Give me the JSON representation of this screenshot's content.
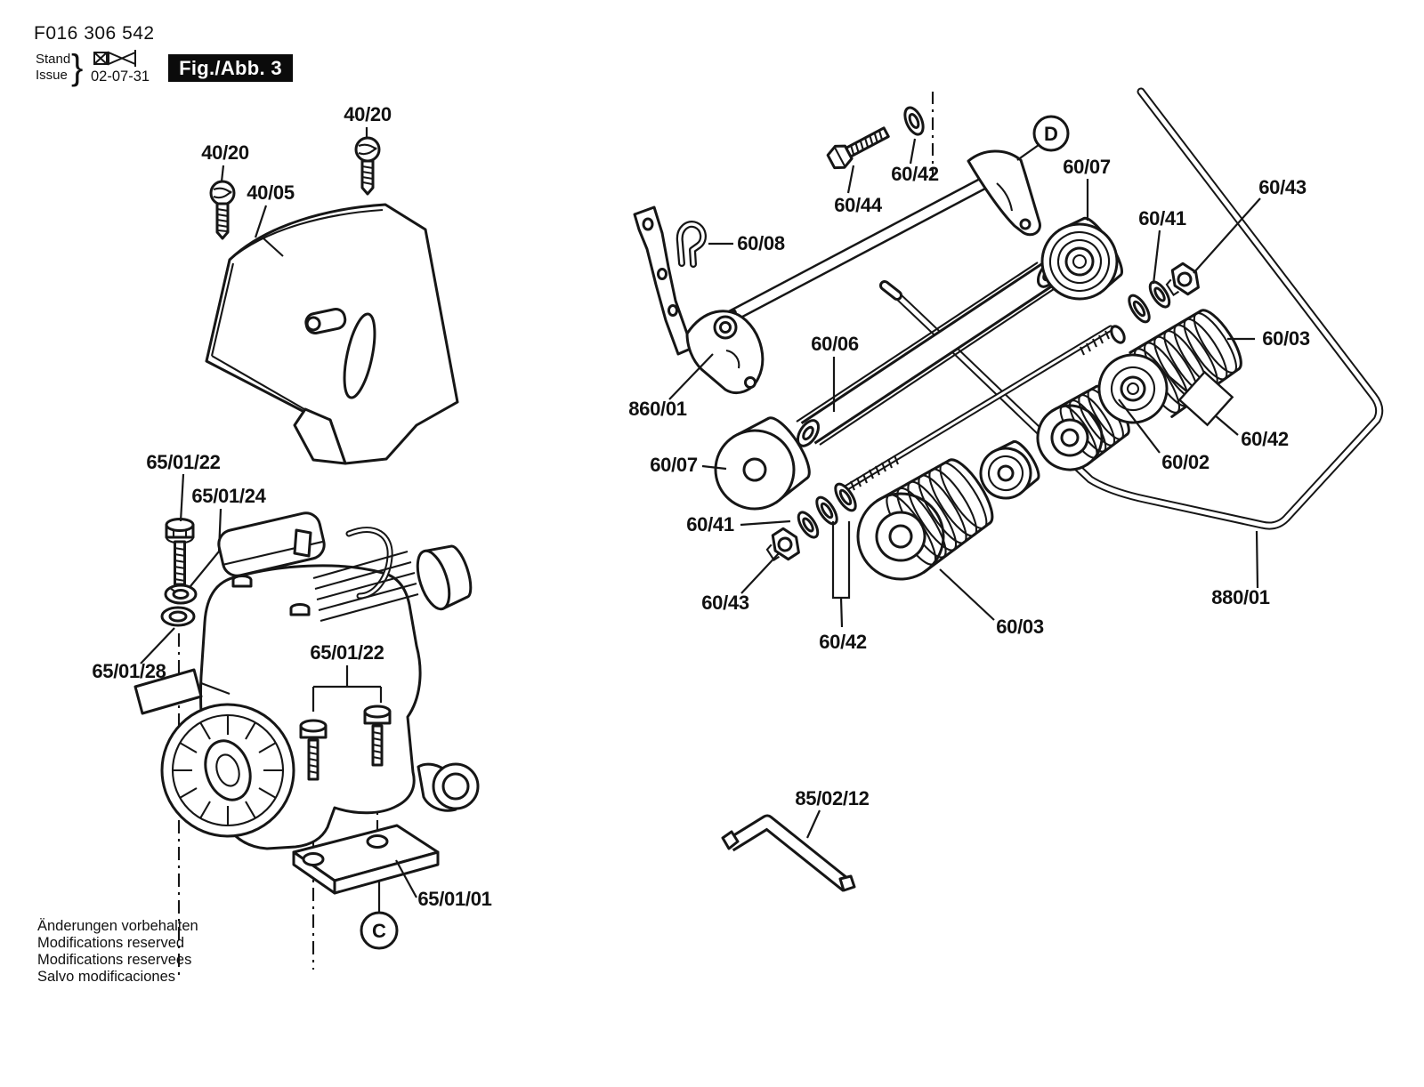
{
  "header": {
    "part_number": "F016 306 542",
    "stand": "Stand",
    "issue": "Issue",
    "brace": "}",
    "date": "02-07-31",
    "figure": "Fig./Abb. 3"
  },
  "callouts": {
    "c": "C",
    "d": "D"
  },
  "labels": {
    "cover_screw_top": "40/20",
    "cover_screw_left": "40/20",
    "cover": "40/05",
    "engine_bolt": "65/01/22",
    "spring_washer": "65/01/24",
    "flat_washer": "65/01/28",
    "engine_bolt_pair": "65/01/22",
    "engine_base_plate": "65/01/01",
    "bolt_top": "60/44",
    "washer_top": "60/42",
    "roller_bearing_top": "60/07",
    "washer_set_top": "60/41",
    "locknut_top": "60/43",
    "clip": "60/08",
    "height_bracket": "860/01",
    "roller_shaft": "60/06",
    "roller_front_top": "60/03",
    "washer_right": "60/42",
    "roller_middle": "60/02",
    "roller_plain": "60/07",
    "washer_set_bottom": "60/41",
    "locknut_bottom": "60/43",
    "washer_bottom": "60/42",
    "roller_front_bottom": "60/03",
    "handle_frame": "880/01",
    "allen_key": "85/02/12"
  },
  "footer": {
    "line1": "Änderungen vorbehalten",
    "line2": "Modifications reserved",
    "line3": "Modifications reservees",
    "line4": "Salvo modificaciones"
  }
}
